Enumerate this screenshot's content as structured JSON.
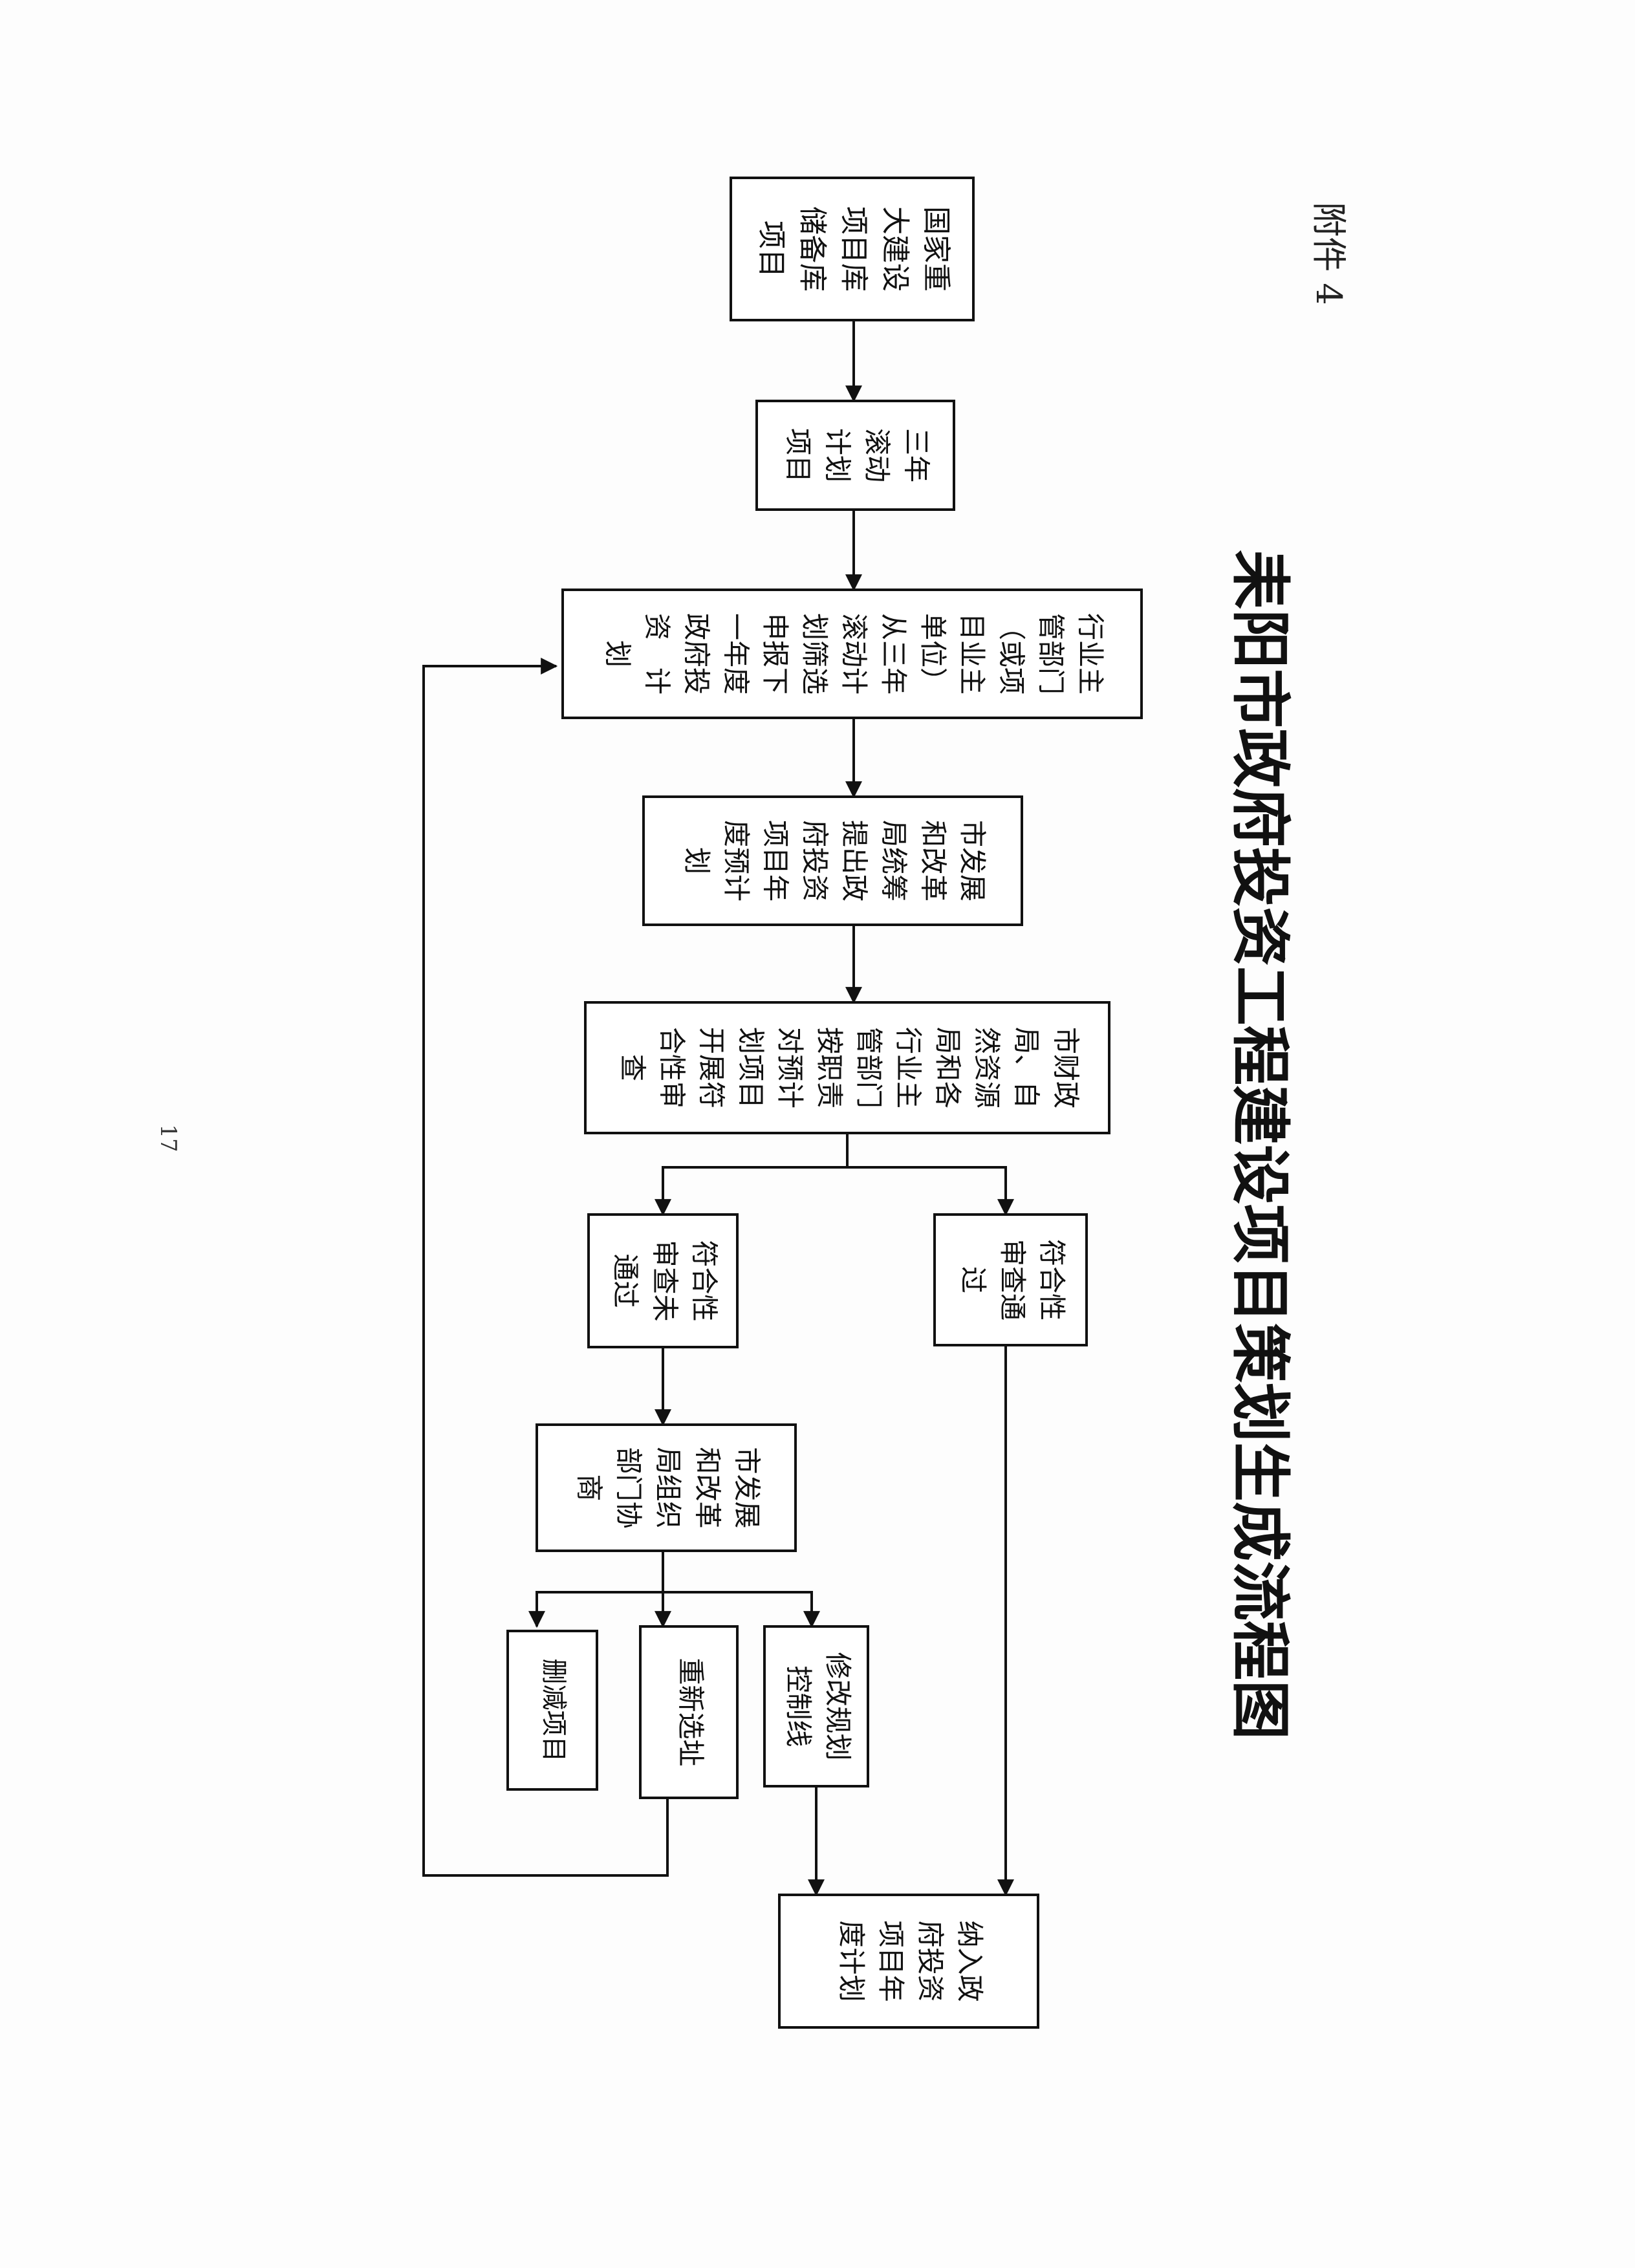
{
  "attachment_label": "附件 4",
  "page_number": "17",
  "title": "耒阳市政府投资工程建设项目策划生成流程图",
  "flow": {
    "national_library": {
      "lines": [
        "国家重",
        "大建设",
        "项目库",
        "储备库",
        "项目"
      ]
    },
    "three_year": {
      "lines": [
        "三年",
        "滚动",
        "计划",
        "项目"
      ]
    },
    "industry_declare": {
      "lines": [
        "行业主",
        "管部门",
        "（或项",
        "目业主",
        "单位）",
        "从三年",
        "滚动计",
        "划筛选",
        "申报下",
        "一年度",
        "政府投",
        "资　计",
        "划"
      ]
    },
    "drc_propose": {
      "lines": [
        "市发展",
        "和改革",
        "局统筹",
        "提出政",
        "府投资",
        "项目年",
        "度预计",
        "划"
      ]
    },
    "finance_review": {
      "lines": [
        "市财政",
        "局、自",
        "然资源",
        "局和各",
        "行业主",
        "管部门",
        "按职责",
        "对预计",
        "划项目",
        "开展符",
        "合性审",
        "查"
      ]
    },
    "review_pass": {
      "lines": [
        "符合性",
        "审查通",
        "过"
      ]
    },
    "review_fail": {
      "lines": [
        "符合性",
        "审查未",
        "通过"
      ]
    },
    "drc_coordinate": {
      "lines": [
        "市发展",
        "和改革",
        "局组织",
        "部门协",
        "商"
      ]
    },
    "modify_control": {
      "lines": [
        "修改规划",
        "控制线"
      ]
    },
    "reselect_site": {
      "lines": [
        "重新选址"
      ]
    },
    "delete_project": {
      "lines": [
        "删减项目"
      ]
    },
    "annual_plan": {
      "lines": [
        "纳入政",
        "府投资",
        "项目年",
        "度计划"
      ]
    }
  }
}
